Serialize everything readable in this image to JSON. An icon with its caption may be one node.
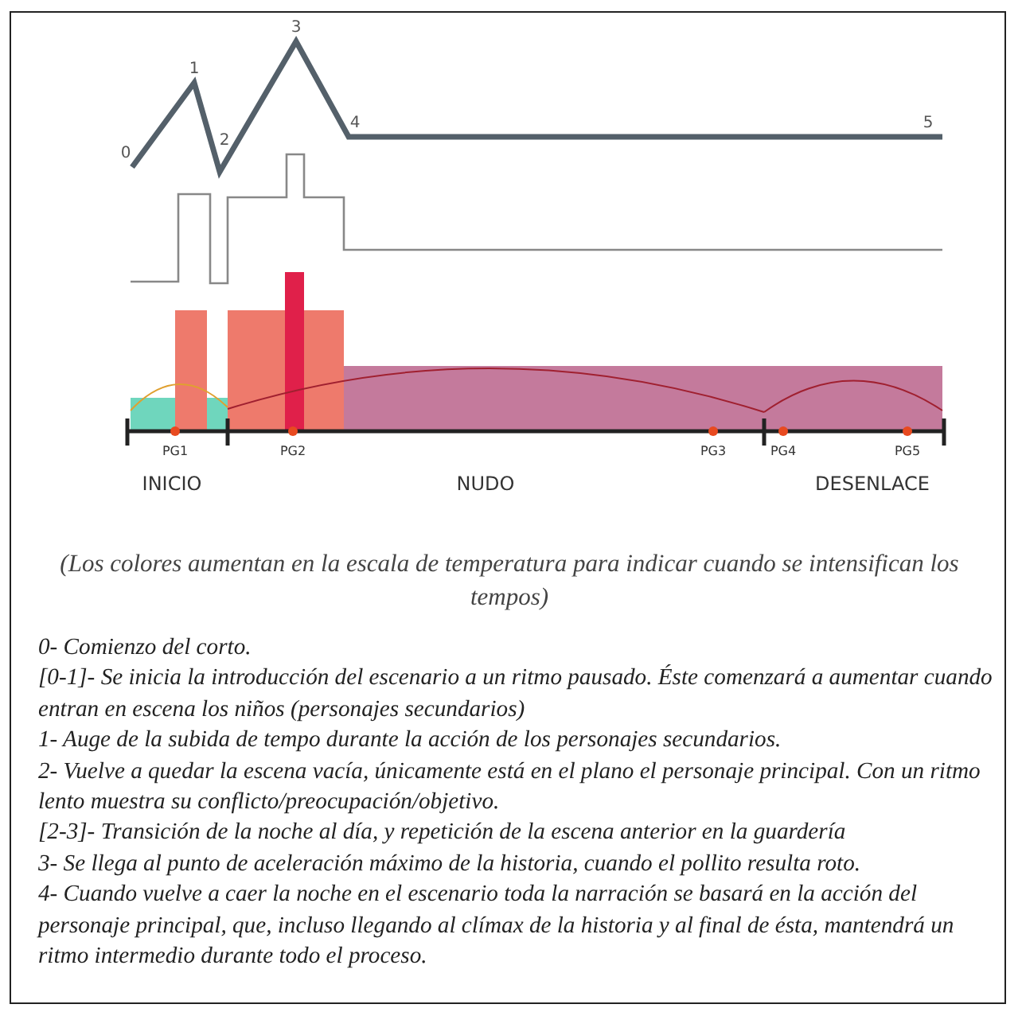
{
  "diagram": {
    "caption": "(Los colores aumentan en la escala de temperatura para indicar cuando se intensifican los tempos)",
    "labels": [
      "3",
      "1",
      "4",
      "5",
      "2",
      "0",
      "PG1",
      "PG2",
      "PG3",
      "PG4",
      "PG5",
      "INICIO",
      "NUDO",
      "DESENLACE",
      "0- Comienzo del corto.",
      "[0-1]- Se inicia la introducción del escenario a un ritmo pausado. Éste comenzará a aumentar cuando entran en escena los niños (personajes secundarios)",
      "1- Auge de la subida de tempo durante la acción de los personajes secundarios.",
      "2- Vuelve a quedar la escena vacía, únicamente está en el plano el personaje principal. Con un ritmo lento muestra su conflicto/preocupación/objetivo.",
      "[2-3]- Transición de la noche al día, y repetición de la escena anterior en la guardería",
      "3- Se llega al punto de aceleración máximo de la historia, cuando el pollito resulta roto.",
      "4- Cuando vuelve a caer la noche en el escenario toda la narración se basará en la acción del personaje principal, que, incluso llegando al clímax de la historia y al final de ésta, mantendrá un ritmo intermedio durante todo el proceso."
    ]
  }
}
